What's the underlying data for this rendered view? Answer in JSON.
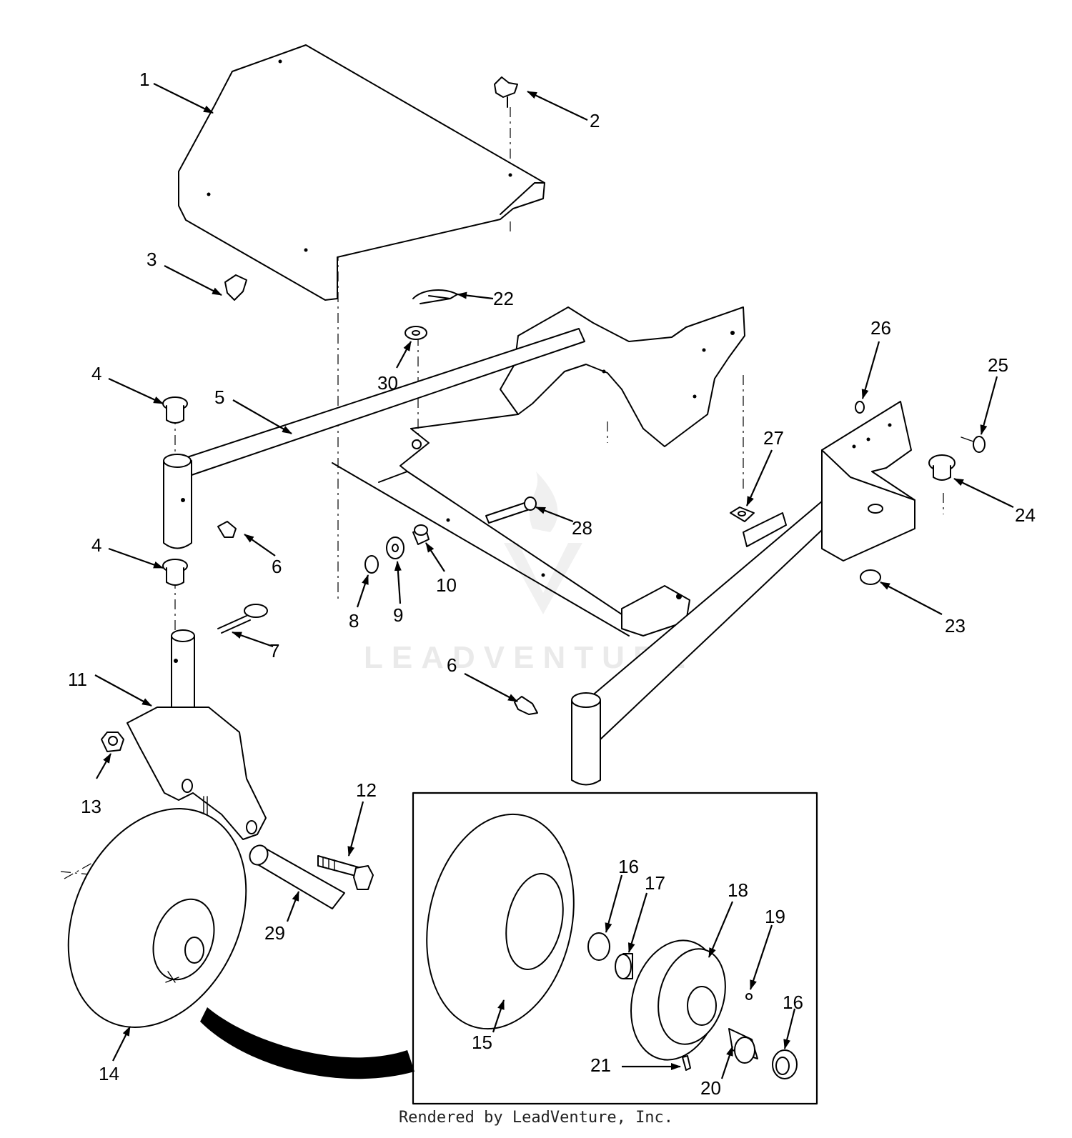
{
  "diagram": {
    "callouts": [
      "1",
      "2",
      "3",
      "4",
      "4",
      "5",
      "6",
      "6",
      "7",
      "8",
      "9",
      "10",
      "11",
      "12",
      "13",
      "14",
      "15",
      "16",
      "16",
      "17",
      "18",
      "19",
      "20",
      "21",
      "22",
      "23",
      "24",
      "25",
      "26",
      "27",
      "28",
      "29",
      "30"
    ],
    "watermark": "LEADVENTURE",
    "footer": "Rendered by LeadVenture, Inc."
  }
}
